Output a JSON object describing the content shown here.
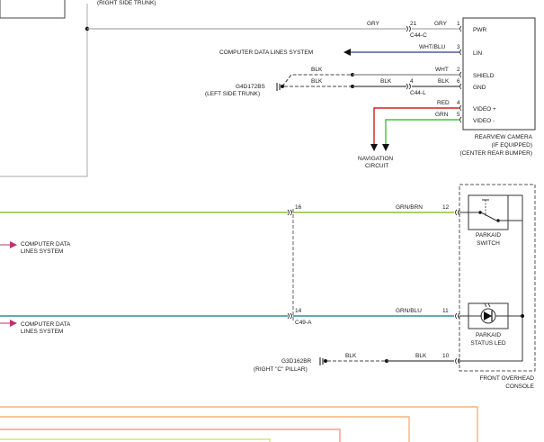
{
  "top": {
    "trunk_label": "(RIGHT SIDE TRUNK)"
  },
  "camera": {
    "wire_gry_left": "GRY",
    "pin_21": "21",
    "wire_gry_right": "GRY",
    "pin1": "1",
    "conn_c44c": "C44-C",
    "pwr": "PWR",
    "lin_system": "COMPUTER DATA LINES SYSTEM",
    "wire_wht_blu": "WHT/BLU",
    "pin3": "3",
    "lin": "LIN",
    "blk_a": "BLK",
    "wht": "WHT",
    "pin2": "2",
    "shield": "SHIELD",
    "ground_id": "G4D172BS",
    "ground_loc": "(LEFT SIDE TRUNK)",
    "blk_b": "BLK",
    "blk_c": "BLK",
    "pin_4": "4",
    "blk_d": "BLK",
    "pin6": "6",
    "gnd": "GND",
    "conn_c44l": "C44-L",
    "red": "RED",
    "pin4": "4",
    "video_plus": "VIDEO +",
    "grn": "GRN",
    "pin5": "5",
    "video_minus": "VIDEO -",
    "nav_1": "NAVIGATION",
    "nav_2": "CIRCUIT",
    "cam_1": "REARVIEW CAMERA",
    "cam_2": "(IF EQUIPPED)",
    "cam_3": "(CENTER REAR BUMPER)"
  },
  "console": {
    "pin16": "16",
    "grn_brn": "GRN/BRN",
    "pin12": "12",
    "cdl1_a": "COMPUTER DATA",
    "cdl1_b": "LINES SYSTEM",
    "park_sw_1": "PARKAID",
    "park_sw_2": "SWITCH",
    "cdl2_a": "COMPUTER DATA",
    "cdl2_b": "LINES SYSTEM",
    "pin14": "14",
    "conn_c49a": "C49-A",
    "grn_blu": "GRN/BLU",
    "pin11": "11",
    "park_led_1": "PARKAID",
    "park_led_2": "STATUS LED",
    "blk_e": "BLK",
    "blk_f": "BLK",
    "pin10": "10",
    "ground_id": "G3D162BR",
    "ground_loc": "(RIGHT \"C\" PILLAR)",
    "fo_1": "FRONT OVERHEAD",
    "fo_2": "CONSOLE"
  },
  "colors": {
    "wire_gray": "#aaaaaa",
    "wire_blue": "#2b3a8f",
    "wire_red": "#d61f1f",
    "wire_green": "#3ec53e",
    "wire_grn_brn": "#8dbf3f",
    "wire_grn_blu": "#2e8f9b",
    "orange": "#f2a566",
    "salmon": "#f08a7a",
    "yellow_green": "#c8e06a",
    "pink_arrow": "#c0306e"
  }
}
